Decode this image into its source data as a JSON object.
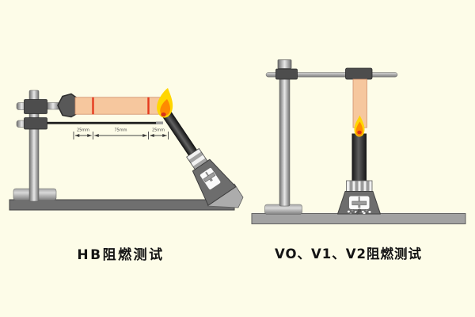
{
  "page": {
    "background": "#FDFCE8"
  },
  "hb_test": {
    "caption": "HB阻燃测试",
    "dimensions": {
      "left": "25mm",
      "middle": "75mm",
      "right": "25mm"
    }
  },
  "v_test": {
    "caption": "VO、V1、V2阻燃测试"
  },
  "colors": {
    "specimen": "#F6C79E",
    "specimen_mark": "#E53A1E",
    "flame_yellow": "#FFD600",
    "flame_orange": "#FF8A00",
    "flame_red": "#D8321A",
    "platform_left": "#6F6F6F",
    "platform_right": "#A2A2A2",
    "metal_dark": "#4D4D4D",
    "burner_body": "#6D6D6D"
  }
}
